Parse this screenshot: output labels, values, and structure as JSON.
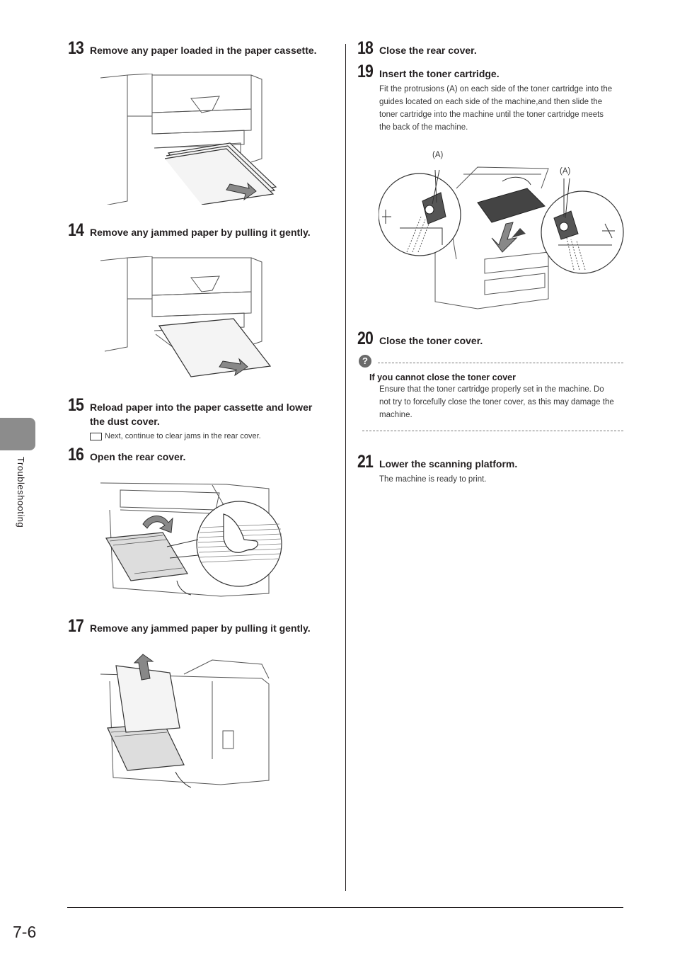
{
  "sidebar": {
    "label": "Troubleshooting"
  },
  "page_number": "7-6",
  "steps": {
    "s13": {
      "num": "13",
      "title": "Remove any paper loaded in the paper cassette."
    },
    "s14": {
      "num": "14",
      "title": "Remove any jammed paper by pulling it gently."
    },
    "s15": {
      "num": "15",
      "title_line1": "Reload paper into the paper cassette and lower",
      "title_line2": "the dust cover.",
      "note": "Next, continue to clear jams in the rear cover."
    },
    "s16": {
      "num": "16",
      "title": "Open the rear cover."
    },
    "s17": {
      "num": "17",
      "title": "Remove any jammed paper by pulling it gently."
    },
    "s18": {
      "num": "18",
      "title": "Close the rear cover."
    },
    "s19": {
      "num": "19",
      "title": "Insert the toner cartridge.",
      "body": [
        "Fit the protrusions (A) on each side of the toner cartridge into the",
        "guides located on each side of the machine,and then slide the",
        "toner cartridge into the machine until the toner cartridge meets",
        "the back of the machine."
      ],
      "label_a_left": "(A)",
      "label_a_right": "(A)"
    },
    "s20": {
      "num": "20",
      "title": "Close the toner cover."
    },
    "s21": {
      "num": "21",
      "title": "Lower the scanning platform.",
      "body": "The machine is ready to print."
    }
  },
  "note": {
    "icon": "question-icon",
    "icon_glyph": "?",
    "title": "If you cannot close the toner cover",
    "body": [
      "Ensure that the toner cartridge properly set in the machine. Do",
      "not try to forcefully close the toner cover, as this may damage the",
      "machine."
    ]
  }
}
